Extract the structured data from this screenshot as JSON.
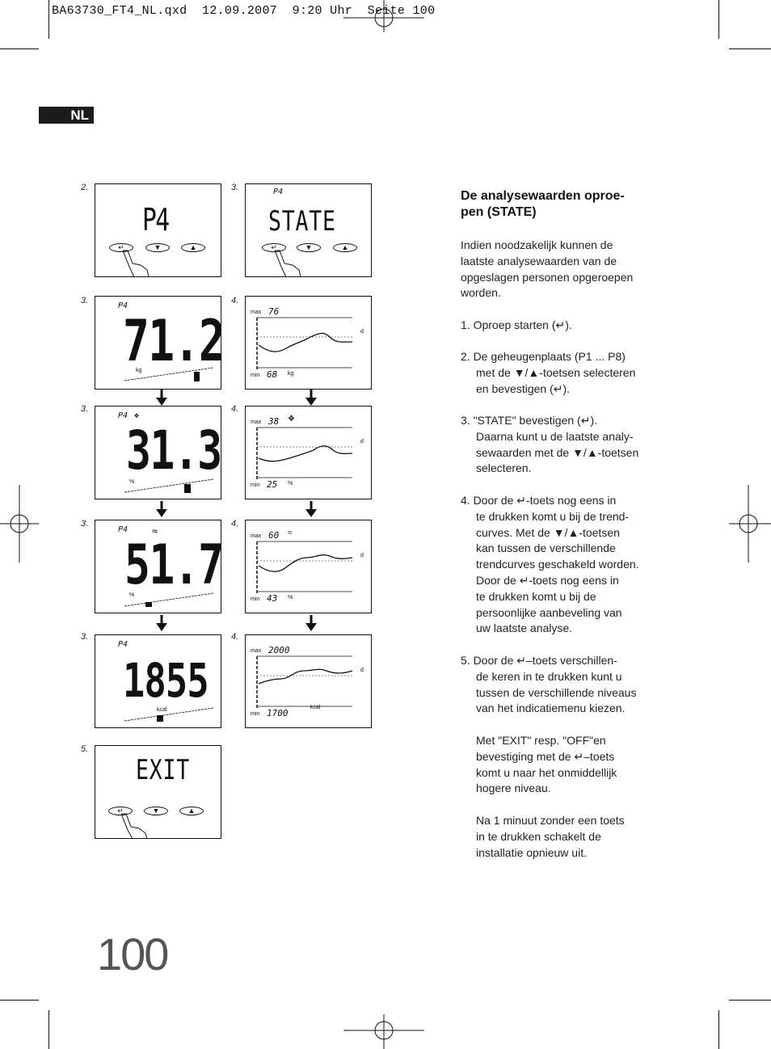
{
  "header": {
    "line": "BA63730_FT4_NL.qxd  12.09.2007  9:20 Uhr  Seite 100"
  },
  "language_tab": "NL",
  "page_number": "100",
  "steps": {
    "s2": "2.",
    "s3a": "3.",
    "s3b": "3.",
    "s3c": "3.",
    "s3d": "3.",
    "s3e": "3.",
    "s4a": "4.",
    "s4b": "4.",
    "s4c": "4.",
    "s4d": "4.",
    "s5": "5."
  },
  "lcd": {
    "p1_big": "P4",
    "p2_small": "P4",
    "p2_big": "STATE",
    "weight": {
      "user": "P4",
      "value": "71.2",
      "unit": "kg"
    },
    "fat": {
      "user": "P4",
      "value": "31.3",
      "unit": "%"
    },
    "water": {
      "user": "P4",
      "value": "51.7",
      "unit": "%",
      "symbol": "≈"
    },
    "kcal": {
      "user": "P4",
      "value": "1855",
      "unit": "kcal"
    },
    "exit": "EXIT"
  },
  "trend_panels": [
    {
      "max_lbl": "max",
      "max_val": "76",
      "min_lbl": "min",
      "min_val": "68",
      "unit": "kg",
      "d": "d",
      "sym": ""
    },
    {
      "max_lbl": "max",
      "max_val": "38",
      "min_lbl": "min",
      "min_val": "25",
      "unit": "%",
      "d": "d",
      "sym": "❖"
    },
    {
      "max_lbl": "max",
      "max_val": "60",
      "min_lbl": "min",
      "min_val": "43",
      "unit": "%",
      "d": "d",
      "sym": "≈"
    },
    {
      "max_lbl": "max",
      "max_val": "2000",
      "min_lbl": "min",
      "min_val": "1700",
      "unit": "kcal",
      "d": "d",
      "sym": ""
    }
  ],
  "text": {
    "title_line1": "De analysewaarden oproe-",
    "title_line2": "pen (STATE)",
    "intro": [
      "Indien noodzakelijk kunnen de",
      "laatste analysewaarden van de",
      "opgeslagen personen opgeroepen",
      "worden."
    ],
    "item1": [
      "1. Oproep starten (",
      ")."
    ],
    "item2": [
      "2. De geheugenplaats (P1 ... P8)",
      "met de ▼/▲-toetsen selecteren",
      "en bevestigen (",
      ")."
    ],
    "item3": [
      "3. \"STATE\" bevestigen (",
      ").",
      "Daarna kunt u de laatste analy-",
      "sewaarden met de ▼/▲-toetsen",
      "selecteren."
    ],
    "item4": [
      "4. Door de",
      "-toets nog eens in",
      "te drukken komt u bij de trend-",
      "curves. Met de ▼/▲-toetsen",
      "kan tussen de verschillende",
      "trendcurves geschakeld worden.",
      "Door de",
      "-toets nog eens in",
      "te drukken komt u bij de",
      "persoonlijke aanbeveling van",
      "uw laatste analyse."
    ],
    "item5": [
      "5. Door de",
      "–toets verschillen-",
      "de keren in te drukken kunt u",
      "tussen de verschillende niveaus",
      "van het indicatiemenu kiezen."
    ],
    "exit_para": [
      "Met \"EXIT\" resp. \"OFF\"en",
      "bevestiging met de",
      "–toets",
      "komt u naar het onmiddellijk",
      "hogere niveau."
    ],
    "final_para": [
      "Na 1 minuut zonder een toets",
      "in te drukken schakelt de",
      "installatie opnieuw uit."
    ]
  },
  "icons": {
    "enter": "enter-key-icon",
    "down": "down-arrow-key-icon",
    "up": "up-arrow-key-icon"
  }
}
